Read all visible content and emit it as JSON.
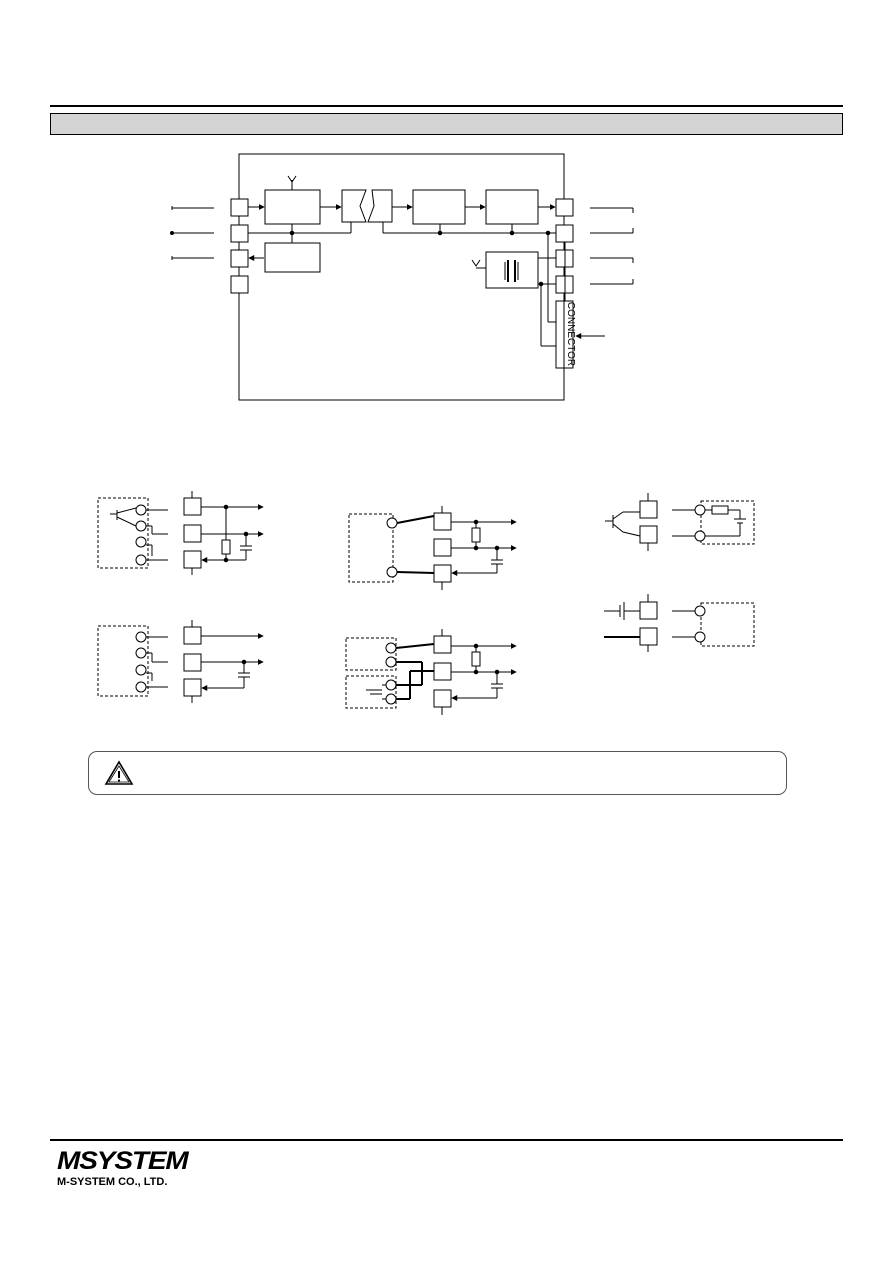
{
  "block_diagram": {
    "connector_label": "CONNECTOR"
  },
  "caution": {
    "icon": "warning-triangle-icon",
    "text": ""
  },
  "footer": {
    "logo_text": "MSYSTEM",
    "company_name": "M-SYSTEM CO., LTD."
  }
}
